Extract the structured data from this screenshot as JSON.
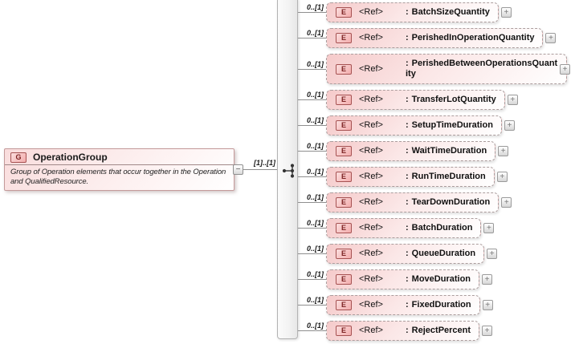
{
  "group": {
    "icon": "G",
    "title": "OperationGroup",
    "description": "Group of Operation elements that occur together in the Operation and QualifiedResource.",
    "collapse_label": "−",
    "cardinality": "[1]..[1]"
  },
  "elements": [
    {
      "cardinality": "0..[1]",
      "icon": "E",
      "ref": "<Ref>",
      "separator": ":",
      "name": "BatchSizeQuantity",
      "expand": "+"
    },
    {
      "cardinality": "0..[1]",
      "icon": "E",
      "ref": "<Ref>",
      "separator": ":",
      "name": "PerishedInOperationQuantity",
      "expand": "+"
    },
    {
      "cardinality": "0..[1]",
      "icon": "E",
      "ref": "<Ref>",
      "separator": ":",
      "name": "PerishedBetweenOperationsQuantity",
      "expand": "+"
    },
    {
      "cardinality": "0..[1]",
      "icon": "E",
      "ref": "<Ref>",
      "separator": ":",
      "name": "TransferLotQuantity",
      "expand": "+"
    },
    {
      "cardinality": "0..[1]",
      "icon": "E",
      "ref": "<Ref>",
      "separator": ":",
      "name": "SetupTimeDuration",
      "expand": "+"
    },
    {
      "cardinality": "0..[1]",
      "icon": "E",
      "ref": "<Ref>",
      "separator": ":",
      "name": "WaitTimeDuration",
      "expand": "+"
    },
    {
      "cardinality": "0..[1]",
      "icon": "E",
      "ref": "<Ref>",
      "separator": ":",
      "name": "RunTimeDuration",
      "expand": "+"
    },
    {
      "cardinality": "0..[1]",
      "icon": "E",
      "ref": "<Ref>",
      "separator": ":",
      "name": "TearDownDuration",
      "expand": "+"
    },
    {
      "cardinality": "0..[1]",
      "icon": "E",
      "ref": "<Ref>",
      "separator": ":",
      "name": "BatchDuration",
      "expand": "+"
    },
    {
      "cardinality": "0..[1]",
      "icon": "E",
      "ref": "<Ref>",
      "separator": ":",
      "name": "QueueDuration",
      "expand": "+"
    },
    {
      "cardinality": "0..[1]",
      "icon": "E",
      "ref": "<Ref>",
      "separator": ":",
      "name": "MoveDuration",
      "expand": "+"
    },
    {
      "cardinality": "0..[1]",
      "icon": "E",
      "ref": "<Ref>",
      "separator": ":",
      "name": "FixedDuration",
      "expand": "+"
    },
    {
      "cardinality": "0..[1]",
      "icon": "E",
      "ref": "<Ref>",
      "separator": ":",
      "name": "RejectPercent",
      "expand": "+"
    }
  ]
}
